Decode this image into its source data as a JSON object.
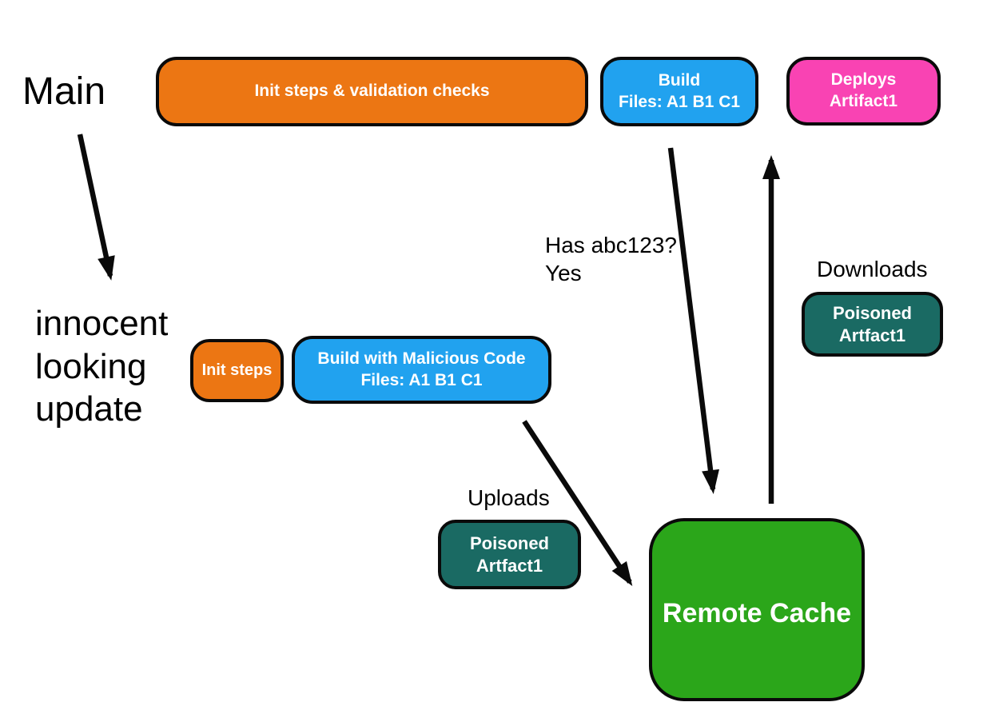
{
  "colors": {
    "background": "#FFFFFF",
    "line": "#0A0A0A",
    "text": "#000000",
    "box_text": "#FFFFFF",
    "orange": "#EC7613",
    "blue": "#21A2EF",
    "pink": "#F943B3",
    "teal": "#1A6A63",
    "green": "#2BA61A"
  },
  "labels": {
    "main": "Main",
    "branch_update": "innocent\nlooking\nupdate",
    "cache_check": "Has abc123?\nYes",
    "downloads": "Downloads",
    "uploads": "Uploads"
  },
  "nodes": {
    "init_validation": {
      "label": "Init steps & validation checks",
      "bg": "#EC7613"
    },
    "build_top": {
      "label": "Build\nFiles: A1 B1 C1",
      "bg": "#21A2EF"
    },
    "deploys": {
      "label": "Deploys\nArtifact1",
      "bg": "#F943B3"
    },
    "init_steps": {
      "label": "Init steps",
      "bg": "#EC7613"
    },
    "build_malicious": {
      "label": "Build with Malicious Code\nFiles: A1 B1 C1",
      "bg": "#21A2EF"
    },
    "poisoned_download": {
      "label": "Poisoned\nArtfact1",
      "bg": "#1A6A63"
    },
    "poisoned_upload": {
      "label": "Poisoned\nArtfact1",
      "bg": "#1A6A63"
    },
    "remote_cache": {
      "label": "Remote Cache",
      "bg": "#2BA61A"
    }
  }
}
